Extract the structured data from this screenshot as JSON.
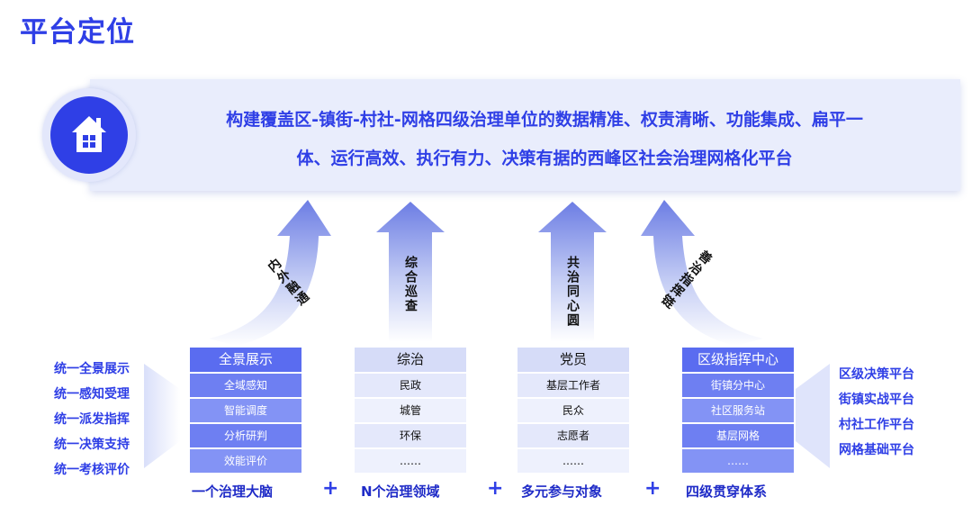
{
  "title": "平台定位",
  "banner": {
    "line1": "构建覆盖区-镇街-村社-网格四级治理单位的数据精准、权责清晰、功能集成、扁平一",
    "line2": "体、运行高效、执行有力、决策有据的西峰区社会治理网格化平台"
  },
  "arrows": [
    "内外融通",
    "综合巡查",
    "共治同心圆",
    "善治指挥链"
  ],
  "columns": [
    {
      "header": "全景展示",
      "items": [
        "全域感知",
        "智能调度",
        "分析研判",
        "效能评价"
      ],
      "caption": "一个治理大脑"
    },
    {
      "header": "综治",
      "items": [
        "民政",
        "城管",
        "环保",
        "……"
      ],
      "caption": "N个治理领域"
    },
    {
      "header": "党员",
      "items": [
        "基层工作者",
        "民众",
        "志愿者",
        "……"
      ],
      "caption": "多元参与对象"
    },
    {
      "header": "区级指挥中心",
      "items": [
        "街镇分中心",
        "社区服务站",
        "基层网格",
        "……"
      ],
      "caption": "四级贯穿体系"
    }
  ],
  "plus": "+",
  "left_list": [
    "统一全景展示",
    "统一感知受理",
    "统一派发指挥",
    "统一决策支持",
    "统一考核评价"
  ],
  "right_list": [
    "区级决策平台",
    "街镇实战平台",
    "村社工作平台",
    "网格基础平台"
  ],
  "colors": {
    "primary": "#2f3fe6",
    "banner_bg": "#e9edfc"
  },
  "icons": {
    "banner": "home-icon"
  }
}
